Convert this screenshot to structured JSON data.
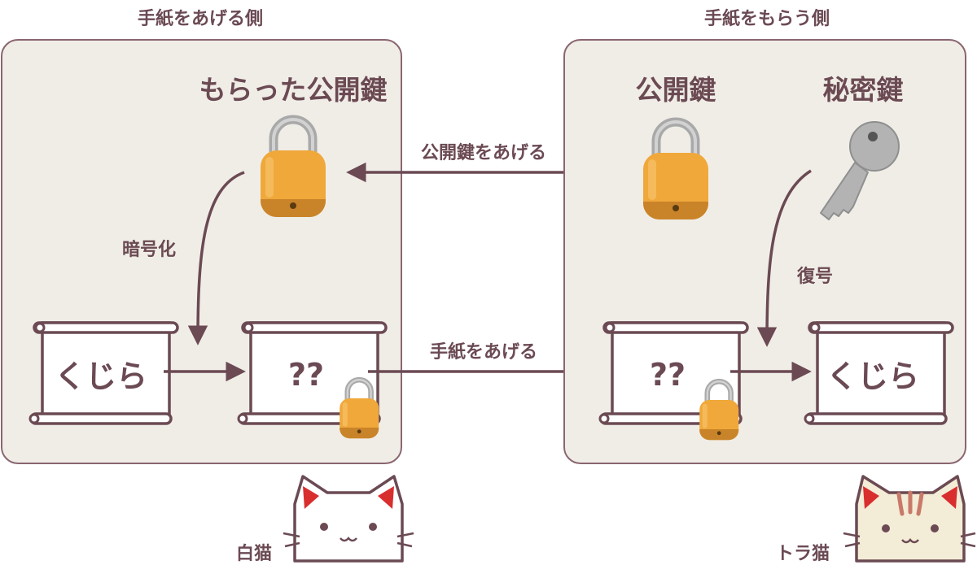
{
  "sender": {
    "heading": "手紙をあげる側",
    "key_label": "もらった公開鍵",
    "encrypt_label": "暗号化",
    "plain_letter": "くじら",
    "cipher_letter": "??",
    "character_label": "白猫"
  },
  "receiver": {
    "heading": "手紙をもらう側",
    "public_key_label": "公開鍵",
    "private_key_label": "秘密鍵",
    "decrypt_label": "復号",
    "cipher_letter": "??",
    "plain_letter": "くじら",
    "character_label": "トラ猫"
  },
  "arrows": {
    "give_public_key": "公開鍵をあげる",
    "give_letter": "手紙をあげる"
  },
  "colors": {
    "panel_bg": "#f0ede7",
    "panel_border": "#8a6670",
    "text": "#6b4a53",
    "arrow": "#6b4a53",
    "lock_body": "#f0a83a",
    "lock_shackle": "#b9b9b9",
    "key": "#b3b3b3",
    "cat_ear": "#d92e2e"
  }
}
